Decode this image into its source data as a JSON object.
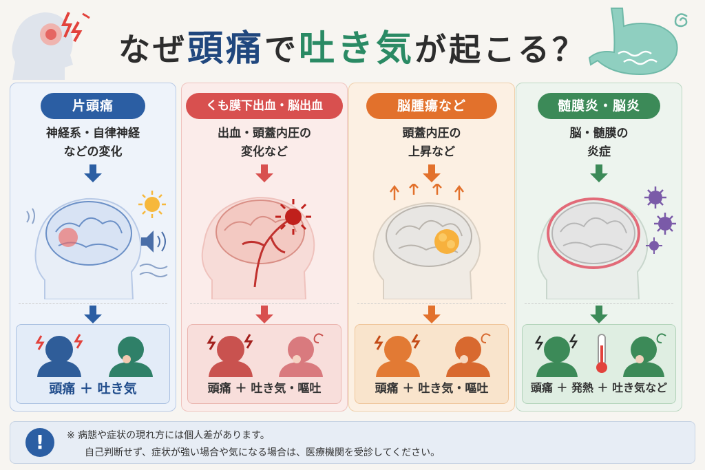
{
  "title": {
    "part1": "なぜ",
    "part2": "頭痛",
    "part3": "で",
    "part4": "吐き気",
    "part5": "が起こる？"
  },
  "colors": {
    "blue": "#2b5ea3",
    "red": "#d8504f",
    "orange": "#e2712c",
    "green": "#3c8a58"
  },
  "columns": [
    {
      "label": "片頭痛",
      "cause_line1": "神経系・自律神経",
      "cause_line2": "などの変化",
      "symptom": "頭痛 ＋ 吐き気"
    },
    {
      "label": "くも膜下出血・脳出血",
      "cause_line1": "出血・頭蓋内圧の",
      "cause_line2": "変化など",
      "symptom": "頭痛 ＋ 吐き気・嘔吐"
    },
    {
      "label": "脳腫瘍など",
      "cause_line1": "頭蓋内圧の",
      "cause_line2": "上昇など",
      "symptom": "頭痛 ＋ 吐き気・嘔吐"
    },
    {
      "label": "髄膜炎・脳炎",
      "cause_line1": "脳・髄膜の",
      "cause_line2": "炎症",
      "symptom": "頭痛 ＋ 発熱 ＋ 吐き気など"
    }
  ],
  "note": {
    "icon": "exclamation-icon",
    "icon_glyph": "!",
    "line1": "※ 病態や症状の現れ方には個人差があります。",
    "line2": "自己判断せず、症状が強い場合や気になる場合は、医療機関を受診してください。"
  }
}
